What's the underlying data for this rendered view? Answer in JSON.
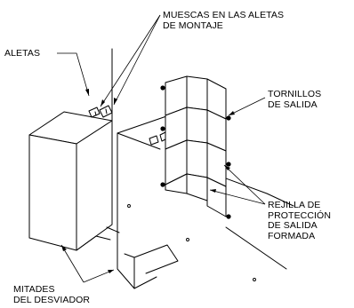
{
  "labels": {
    "muescas": [
      "MUESCAS EN LAS ALETAS",
      "DE MONTAJE"
    ],
    "aletas": [
      "ALETAS"
    ],
    "tornillos": [
      "TORNILLOS",
      "DE SALIDA"
    ],
    "rejilla": [
      "REJILLA DE",
      "PROTECCIÓN",
      "DE SALIDA",
      "FORMADA"
    ],
    "mitades": [
      "MITADES",
      "DEL DESVIADOR"
    ]
  }
}
